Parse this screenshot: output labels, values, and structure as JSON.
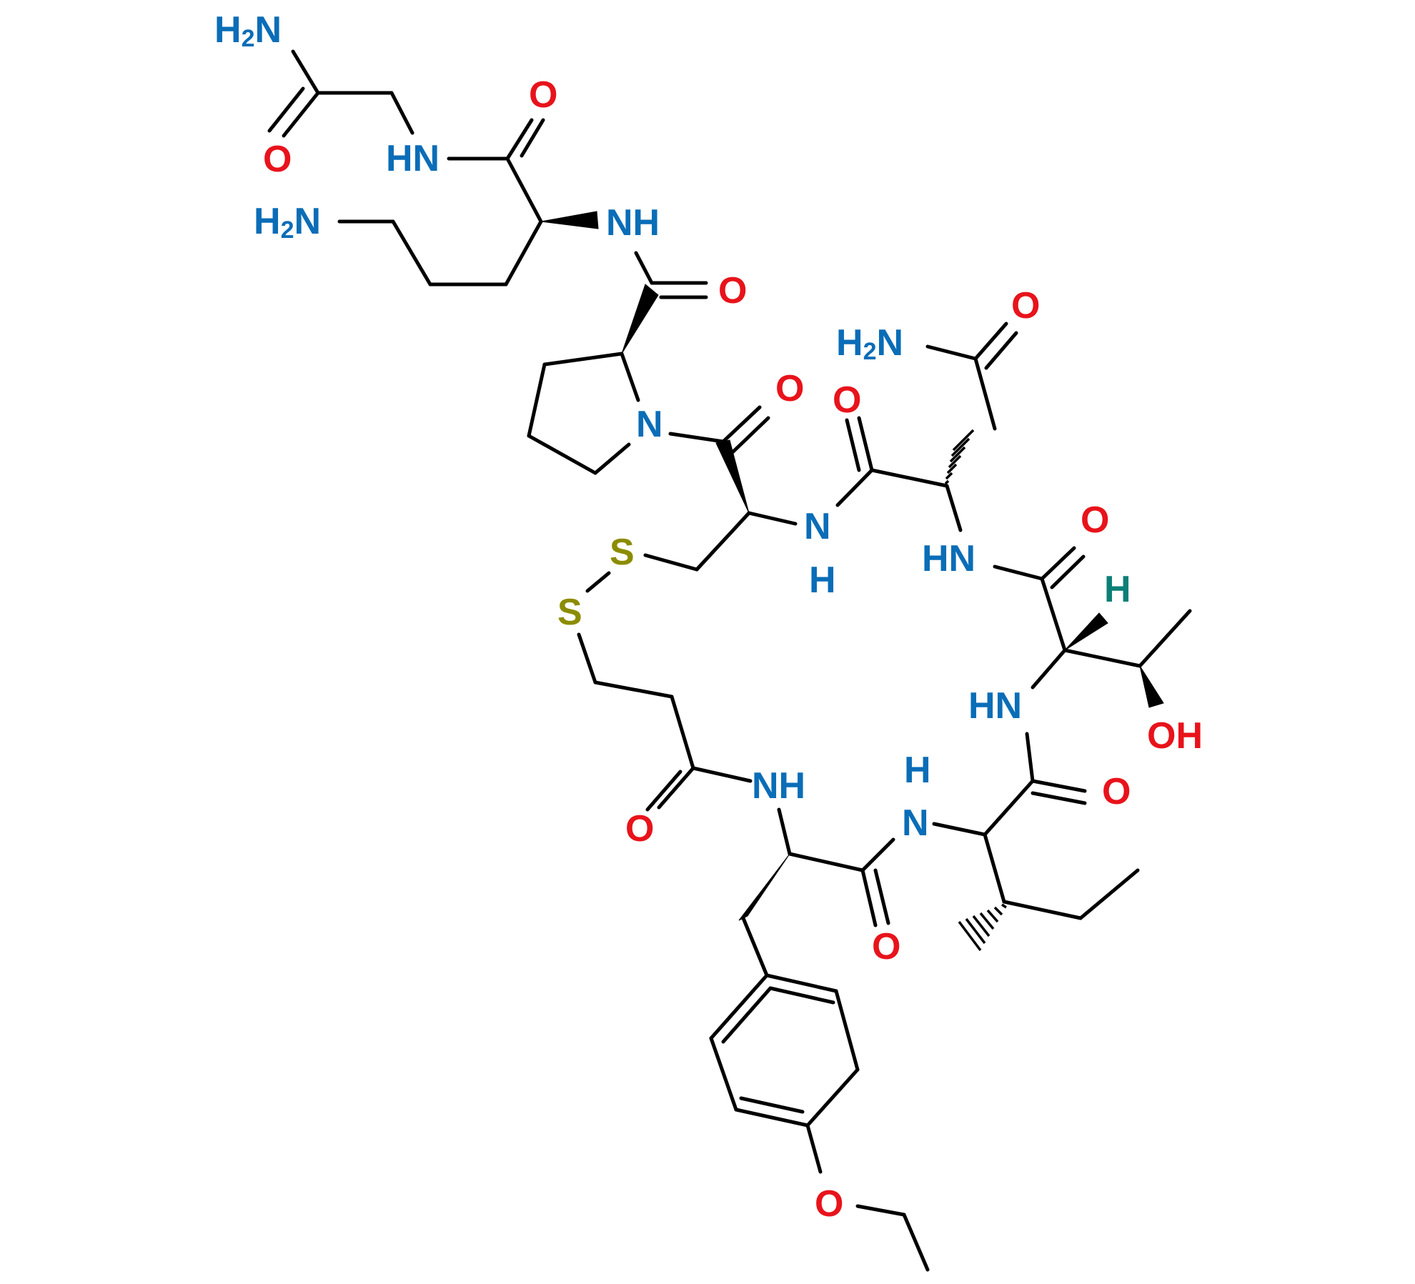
{
  "colors": {
    "bond": "#000000",
    "O": "#e8131b",
    "N": "#0a6db7",
    "S": "#8c8c00",
    "H": "#0b7f77"
  },
  "atoms": {
    "nh2_gly": "H2N",
    "o_gly_amide": "O",
    "hn_gly": "HN",
    "o_orn_co": "O",
    "h2n_orn": "H2N",
    "nh_orn": "NH",
    "o_pro_co": "O",
    "n_pro": "N",
    "o_cys_co": "O",
    "nh_cys_n": "N",
    "nh_cys_h": "H",
    "s1": "S",
    "s2": "S",
    "h2n_asn": "H2N",
    "o_asn_side": "O",
    "o_asn_co": "O",
    "hn_asn": "HN",
    "o_thr_co": "O",
    "h_thr": "H",
    "hn_thr": "HN",
    "oh_thr": "OH",
    "o_ile_co": "O",
    "h_ile": "H",
    "n_ile": "N",
    "nh_tyr": "NH",
    "o_mpa": "O",
    "o_tyr_co": "O",
    "o_ether": "O"
  }
}
